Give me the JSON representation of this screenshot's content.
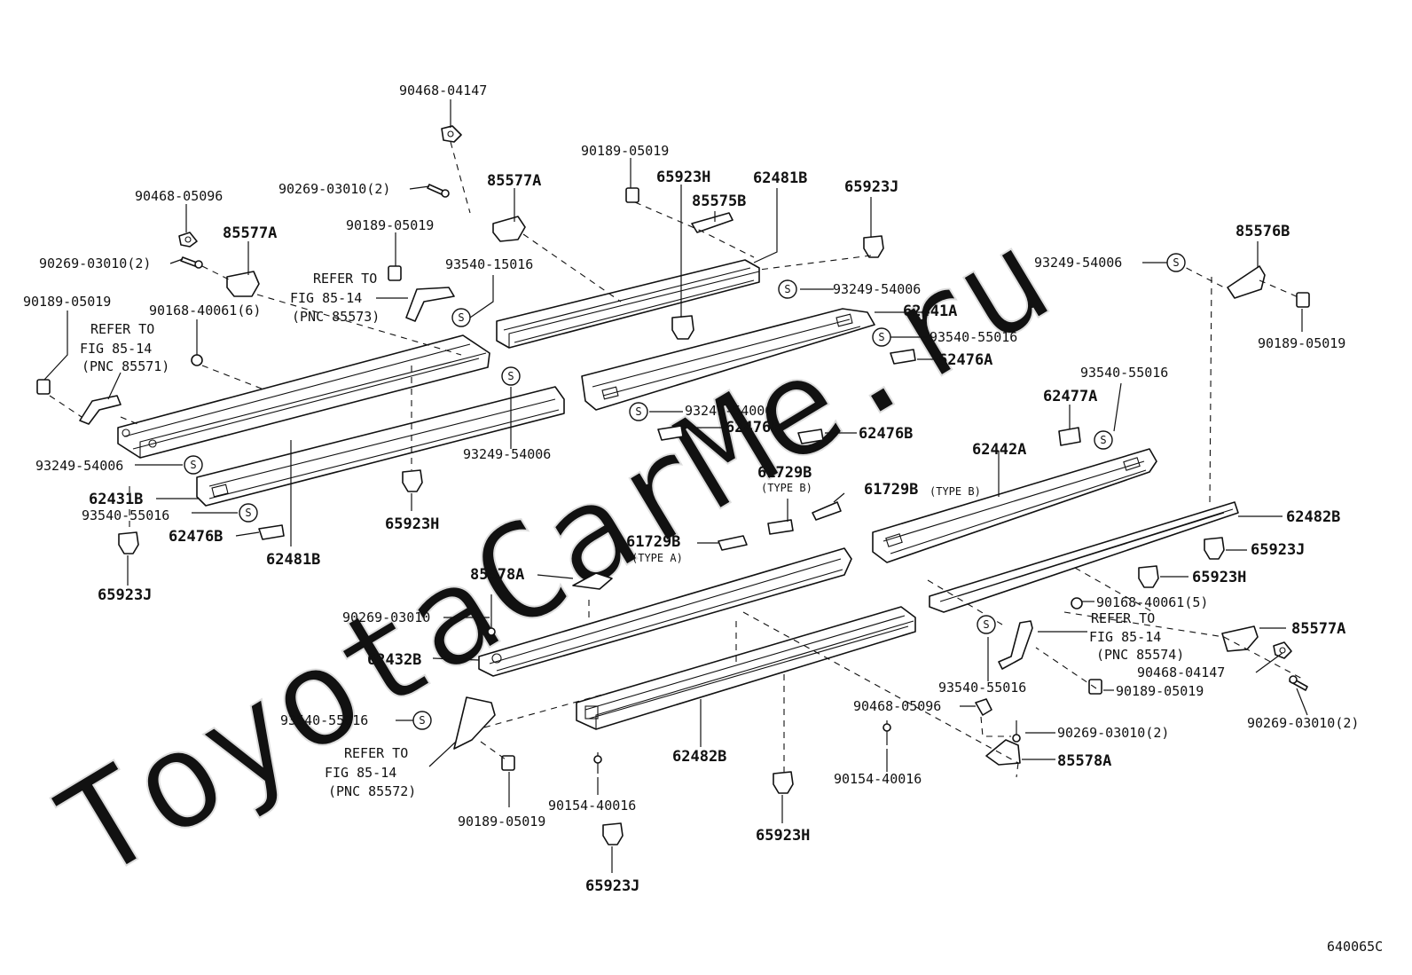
{
  "watermark": "ToyotaCarMe.ru",
  "figure_code": "640065C",
  "symbols": {
    "circle_s": "S"
  },
  "labels": {
    "l01": "90468-04147",
    "l02": "90189-05019",
    "l03": "85577A",
    "l04": "90269-03010(2)",
    "l05": "65923H",
    "l06": "62481B",
    "l07": "65923J",
    "l08": "85575B",
    "l09": "90468-05096",
    "l10": "85577A",
    "l11": "90189-05019",
    "l12": "90269-03010(2)",
    "l13": "93540-15016",
    "l14": "REFER TO",
    "l15": "FIG 85-14",
    "l16": "(PNC 85573)",
    "l17": "90189-05019",
    "l18": "90168-40061(6)",
    "l19": "REFER TO",
    "l20": "FIG 85-14",
    "l21": "(PNC 85571)",
    "l22": "93249-54006",
    "l23": "93249-54006",
    "l24": "62441A",
    "l25": "93540-55016",
    "l26": "62476A",
    "l27": "85576B",
    "l28": "93249-54006",
    "l29": "90189-05019",
    "l30": "93249-54006",
    "l31": "62476B",
    "l32": "62476B",
    "l33": "93540-55016",
    "l34": "62477A",
    "l35": "93249-54006",
    "l36": "62431B",
    "l37": "93540-55016",
    "l38": "62476B",
    "l39": "62481B",
    "l40": "65923H",
    "l41": "65923J",
    "l42": "61729B",
    "l43": "(TYPE B)",
    "l44": "61729B",
    "l45": "(TYPE B)",
    "l46": "61729B",
    "l47": "(TYPE A)",
    "l48": "62442A",
    "l49": "62482B",
    "l50": "65923J",
    "l51": "65923H",
    "l52": "85578A",
    "l53": "90269-03010",
    "l54": "62432B",
    "l55": "90168-40061(5)",
    "l56": "REFER TO",
    "l57": "FIG 85-14",
    "l58": "(PNC 85574)",
    "l59": "85577A",
    "l60": "90468-04147",
    "l61": "90189-05019",
    "l62": "93540-55016",
    "l63": "90269-03010(2)",
    "l64": "90468-05096",
    "l65": "90269-03010(2)",
    "l66": "93540-55016",
    "l67": "REFER TO",
    "l68": "FIG 85-14",
    "l69": "(PNC 85572)",
    "l70": "62482B",
    "l71": "85578A",
    "l72": "90154-40016",
    "l73": "90154-40016",
    "l74": "90189-05019",
    "l75": "65923H",
    "l76": "65923J"
  }
}
